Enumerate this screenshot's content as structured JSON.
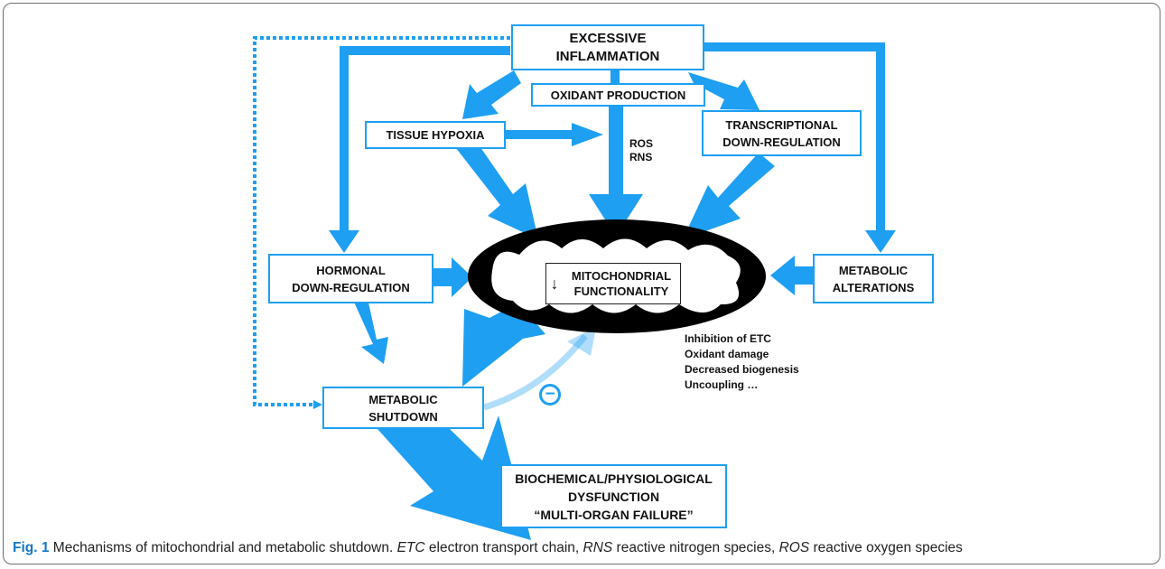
{
  "colors": {
    "arrow": "#1e9ff2",
    "box_border": "#1e9ff2",
    "mito_fill": "#000000",
    "caption_fig": "#1479c8"
  },
  "boxes": {
    "inflammation": {
      "line1": "EXCESSIVE",
      "line2": "INFLAMMATION"
    },
    "oxidant": {
      "line1": "OXIDANT PRODUCTION"
    },
    "hypoxia": {
      "line1": "TISSUE HYPOXIA"
    },
    "transcriptional": {
      "line1": "TRANSCRIPTIONAL",
      "line2": "DOWN-REGULATION"
    },
    "hormonal": {
      "line1": "HORMONAL",
      "line2": "DOWN-REGULATION"
    },
    "metabolic_alterations": {
      "line1": "METABOLIC",
      "line2": "ALTERATIONS"
    },
    "metabolic_shutdown": {
      "line1": "METABOLIC",
      "line2": "SHUTDOWN"
    },
    "dysfunction": {
      "line1": "BIOCHEMICAL/PHYSIOLOGICAL",
      "line2": "DYSFUNCTION",
      "line3": "“MULTI-ORGAN FAILURE”"
    }
  },
  "labels": {
    "ros": "ROS",
    "rns": "RNS",
    "minus": "−"
  },
  "mito": {
    "arrow_symbol": "↓",
    "line1": "MITOCHONDRIAL",
    "line2": "FUNCTIONALITY"
  },
  "effects": [
    "Inhibition of ETC",
    "Oxidant damage",
    "Decreased biogenesis",
    "Uncoupling …"
  ],
  "caption": {
    "fig": "Fig. 1",
    "title": " Mechanisms of mitochondrial and metabolic shutdown. ",
    "etc_abbr": "ETC",
    "etc_def": " electron transport chain, ",
    "rns_abbr": "RNS",
    "rns_def": " reactive nitrogen species, ",
    "ros_abbr": "ROS",
    "ros_def": " reactive oxygen species"
  }
}
